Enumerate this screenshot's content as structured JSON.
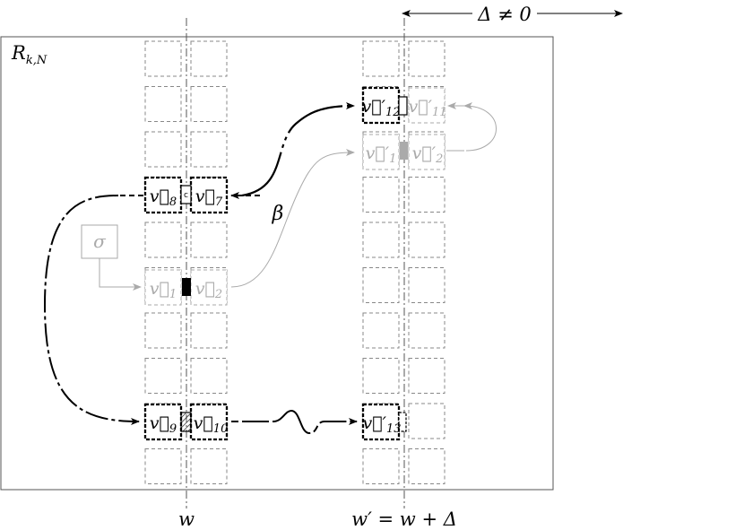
{
  "region_label": "R",
  "region_subscript": "k,N",
  "axis_left_label": "w",
  "axis_right_label": "w′ = w + Δ",
  "delta_label": "Δ ≠ 0",
  "sigma_label": "σ",
  "beta_label": "β",
  "vertices": {
    "v1": {
      "base": "v",
      "sub": "1",
      "prime": ""
    },
    "v2": {
      "base": "v",
      "sub": "2",
      "prime": ""
    },
    "v7": {
      "base": "v",
      "sub": "7",
      "prime": ""
    },
    "v8": {
      "base": "v",
      "sub": "8",
      "prime": ""
    },
    "v9": {
      "base": "v",
      "sub": "9",
      "prime": ""
    },
    "v10": {
      "base": "v",
      "sub": "10",
      "prime": ""
    },
    "v1p": {
      "base": "v",
      "sub": "1",
      "prime": "′"
    },
    "v2p": {
      "base": "v",
      "sub": "2",
      "prime": "′"
    },
    "v11p": {
      "base": "v",
      "sub": "11",
      "prime": "′"
    },
    "v12p": {
      "base": "v",
      "sub": "12",
      "prime": "′"
    },
    "v13p": {
      "base": "v",
      "sub": "13",
      "prime": "′"
    }
  },
  "colors": {
    "ink": "#000000",
    "faded": "#aaaaaa",
    "grid_dash": "#888888",
    "frame": "#555555",
    "connector_gray": "#999999"
  }
}
